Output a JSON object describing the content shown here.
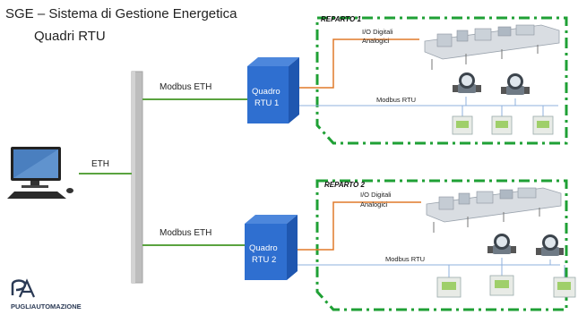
{
  "header": {
    "title": "SGE – Sistema di Gestione Energetica",
    "subtitle": "Quadri RTU"
  },
  "links": {
    "eth": "ETH",
    "modbus_eth_1": "Modbus ETH",
    "modbus_eth_2": "Modbus ETH",
    "modbus_rtu_1": "Modbus RTU",
    "modbus_rtu_2": "Modbus RTU"
  },
  "rtu1": {
    "line1": "Quadro",
    "line2": "RTU 1"
  },
  "rtu2": {
    "line1": "Quadro",
    "line2": "RTU 2"
  },
  "reparto1": {
    "name": "REPARTO 1",
    "io_line1": "I/O Digitali",
    "io_line2": "Analogici"
  },
  "reparto2": {
    "name": "REPARTO 2",
    "io_line1": "I/O Digitali",
    "io_line2": "Analogici"
  },
  "logo": {
    "text": "PUGLIAUTOMAZIONE"
  },
  "colors": {
    "green": "#4f9e3a",
    "dash_green": "#1fa035",
    "orange": "#e07a2a",
    "blue_line": "#7ea6d8",
    "box_blue": "#2f6fd0",
    "bus_gray": "#b8b8b8"
  }
}
